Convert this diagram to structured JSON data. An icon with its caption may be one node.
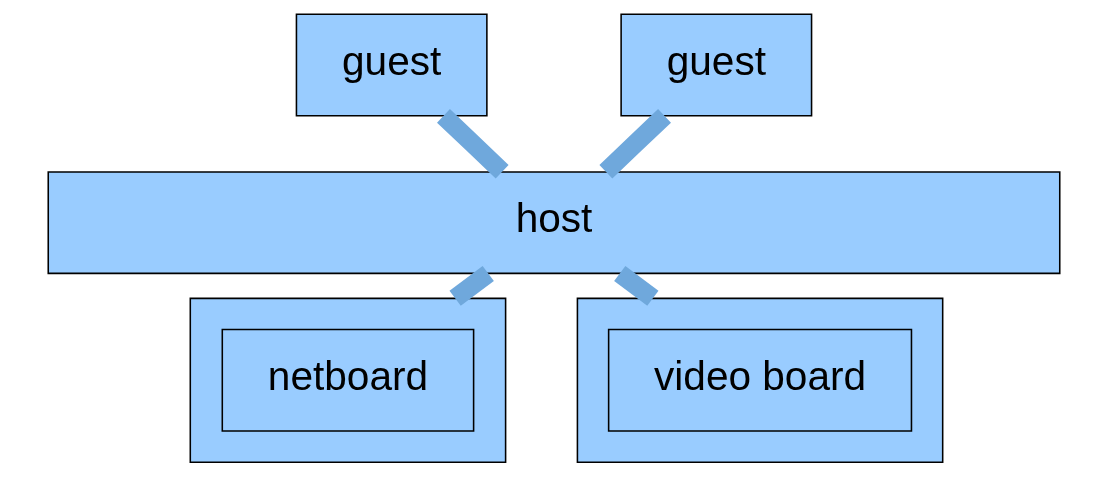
{
  "diagram": {
    "nodes": [
      {
        "text": [
          "guest"
        ]
      },
      {
        "text": [
          "guest"
        ]
      },
      {
        "text": [
          "host"
        ]
      },
      {
        "text": [],
        "shape": "box"
      },
      {
        "text": [
          "netboard"
        ],
        "in": 3
      },
      {
        "text": [],
        "shape": "box"
      },
      {
        "text": [
          "video board"
        ],
        "in": 5
      }
    ],
    "edges": [
      {
        "from": 0,
        "to": 2,
        "arrow": "none"
      },
      {
        "from": 1,
        "to": 2,
        "arrow": "none"
      },
      {
        "from": 2,
        "to": 3,
        "arrow": "none"
      },
      {
        "from": 2,
        "to": 5,
        "arrow": "none"
      }
    ]
  }
}
